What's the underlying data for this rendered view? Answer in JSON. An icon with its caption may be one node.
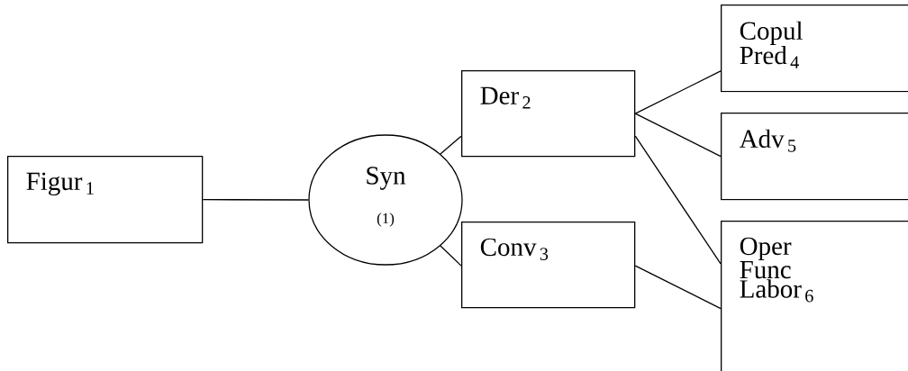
{
  "diagram": {
    "nodes": [
      {
        "text": [
          "Figur $_{1}$"
        ]
      },
      {
        "text": [
          "Syn",
          "(1)"
        ]
      },
      {
        "text": [
          "Der $_{2}$"
        ]
      },
      {
        "text": [
          "Conv $_{3}$"
        ]
      },
      {
        "text": [
          "Copul Pred $_{4}$"
        ]
      },
      {
        "text": [
          "Adv $_{5}$"
        ]
      },
      {
        "text": [
          "Oper Func Labor $_{6}$"
        ]
      }
    ],
    "edges": [
      {
        "from": 0,
        "to": 1,
        "arrow": "none"
      },
      {
        "from": 1,
        "to": 2,
        "arrow": "none"
      },
      {
        "from": 1,
        "to": 3,
        "arrow": "none"
      },
      {
        "from": 2,
        "to": 4,
        "arrow": "none"
      },
      {
        "from": 2,
        "to": 5,
        "arrow": "none"
      },
      {
        "from": 2,
        "to": 6,
        "arrow": "none"
      },
      {
        "from": 3,
        "to": 6,
        "arrow": "none"
      }
    ]
  }
}
